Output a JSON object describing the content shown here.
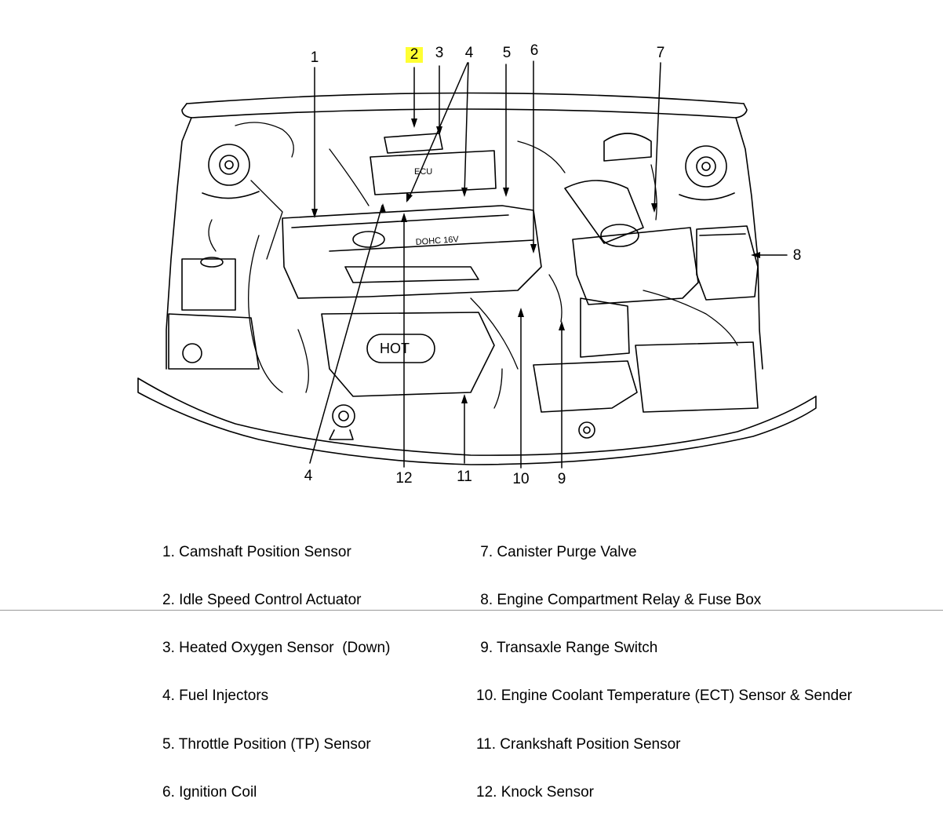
{
  "callouts": {
    "c1": "1",
    "c2": "2",
    "c3": "3",
    "c4_top": "4",
    "c5": "5",
    "c6": "6",
    "c7": "7",
    "c8": "8",
    "c4_bottom": "4",
    "c12": "12",
    "c11": "11",
    "c10": "10",
    "c9": "9"
  },
  "engine_labels": {
    "cover": "DOHC 16V",
    "hot": "HOT",
    "ecu": "ECU"
  },
  "legend": {
    "left": [
      "1. Camshaft Position Sensor",
      "2. Idle Speed Control Actuator",
      "3. Heated Oxygen Sensor  (Down)",
      "4. Fuel Injectors",
      "5. Throttle Position (TP) Sensor",
      "6. Ignition Coil"
    ],
    "right": [
      " 7. Canister Purge Valve",
      " 8. Engine Compartment Relay & Fuse Box",
      " 9. Transaxle Range Switch",
      "10. Engine Coolant Temperature (ECT) Sensor & Sender",
      "11. Crankshaft Position Sensor",
      "12. Knock Sensor"
    ]
  },
  "colors": {
    "highlight": "#ffff33",
    "ink": "#000000"
  }
}
